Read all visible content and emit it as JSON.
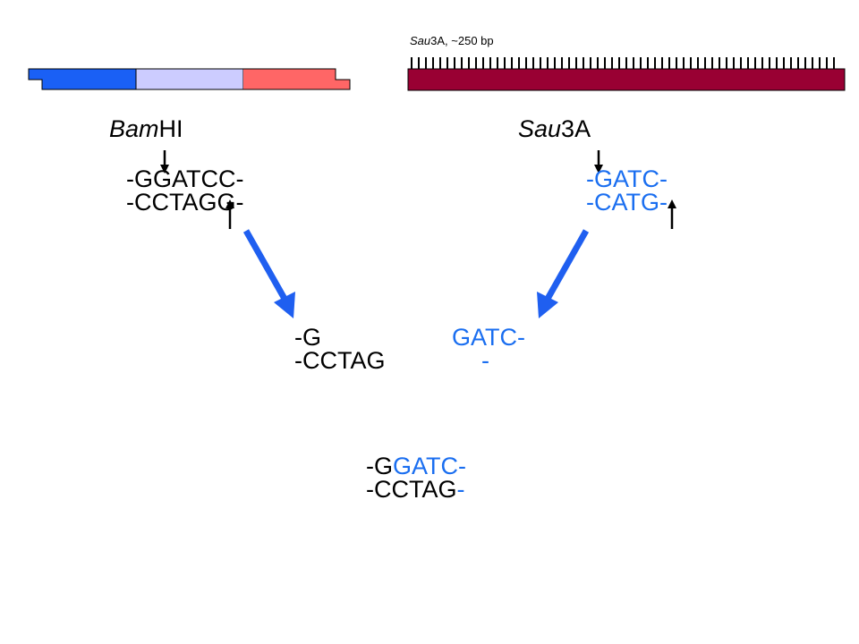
{
  "colors": {
    "black": "#000000",
    "blue": "#1a6ef0",
    "arrow_blue": "#1f5ff0",
    "vector_blue": "#1a60f5",
    "vector_lavender": "#ccccff",
    "vector_salmon": "#ff6666",
    "insert_maroon": "#990033"
  },
  "insert_label": {
    "italic": "Sau",
    "rest": "3A, ~250 bp"
  },
  "bamhi": {
    "label_italic": "Bam",
    "label_rest": "HI",
    "top_strand": "-GGATCC-",
    "bottom_strand": "-CCTAGG-"
  },
  "sau3a": {
    "label_italic": "Sau",
    "label_rest": "3A",
    "top_strand": "-GATC-",
    "bottom_strand": "-CATG-"
  },
  "cut_ends": {
    "left_top": "-G",
    "left_bottom": "-CCTAG",
    "right_top": "GATC-",
    "right_bottom": "-"
  },
  "ligated": {
    "top_black": "-G",
    "top_blue": "GATC-",
    "bottom_black": "-CCTAG",
    "bottom_blue": "-"
  }
}
